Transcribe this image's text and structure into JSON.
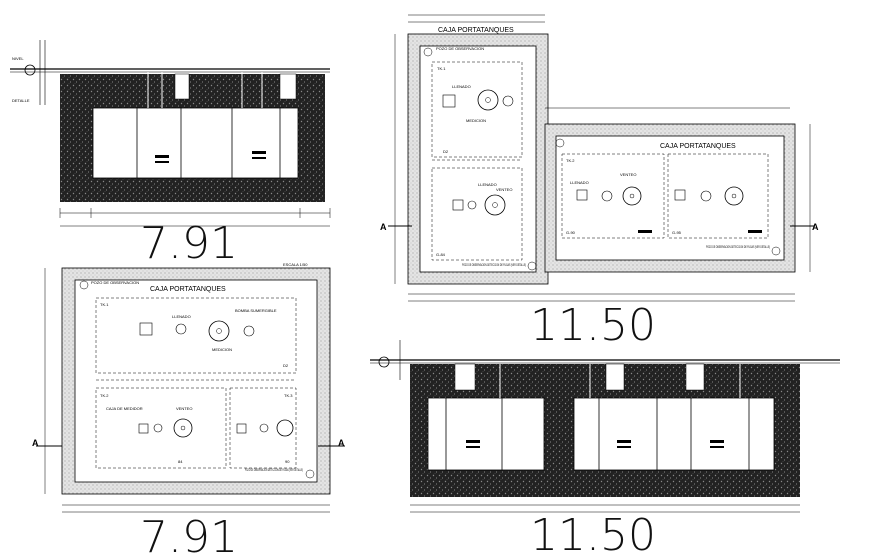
{
  "colors": {
    "ink": "#000000",
    "hatch": "#1a1a1a",
    "wall": "#c8c8c8",
    "paper": "#ffffff"
  },
  "dims": {
    "top_left_total": "7.91",
    "bottom_left_total": "7.91",
    "top_right_total": "11.50",
    "bottom_right_total": "11.50"
  },
  "plan_small": {
    "title": "CAJA PORTATANQUES",
    "scale": "ESCALA 1/50",
    "tank1": "TK.1",
    "tank2": "TK.2",
    "tank3": "TK.3",
    "llenado": "LLENADO",
    "bomba": "BOMBA SUMERGIBLE",
    "medicion": "MEDICION",
    "venteo": "VENTEO",
    "caja": "CAJA DE MEDIDOR",
    "pozo": "POZO DE OBSERVACION DETECCION DE FUGAS (VER DETALLE)",
    "d2": "D2",
    "g84": "84",
    "g90": "90",
    "section_mark": "A"
  },
  "plan_large": {
    "title_left": "CAJA PORTATANQUES",
    "title_right": "CAJA PORTATANQUES",
    "tank1": "TK.1",
    "tank2": "TK.2",
    "llenado": "LLENADO",
    "medicion": "MEDICION",
    "venteo": "VENTEO",
    "pozo": "POZO DE OBSERVACION DETECCION DE FUGAS (VER DETALLE)",
    "d2": "D2",
    "g84": "G-84",
    "g90": "G-90",
    "g95": "G-95",
    "section_mark": "A"
  }
}
